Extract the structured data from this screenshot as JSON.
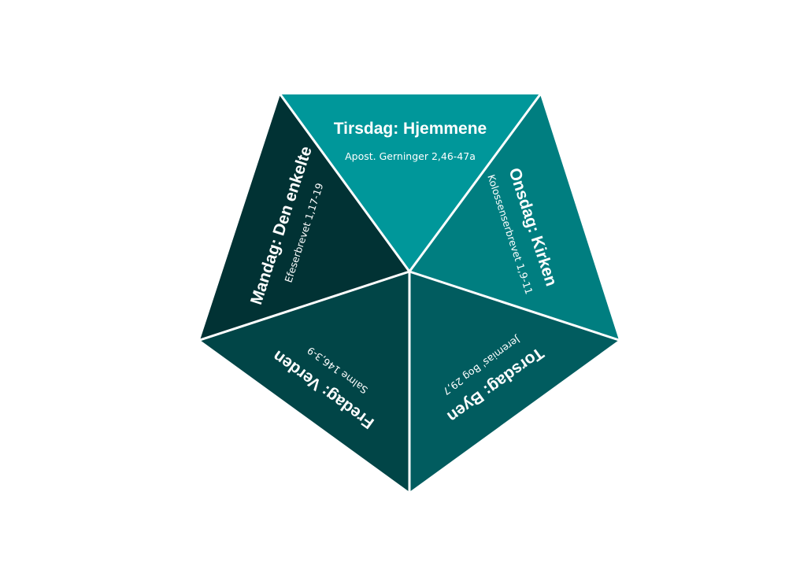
{
  "segments": [
    {
      "id": "tirsdag",
      "title": "Tirsdag: Hjemmene",
      "reference": "Apost. Gerninger 2,46-47a",
      "color": "#00979a"
    },
    {
      "id": "onsdag",
      "title": "Onsdag: Kirken",
      "reference": "Kolossenserbrevet 1,9-11",
      "color": "#007e80"
    },
    {
      "id": "torsdag",
      "title": "Torsdag: Byen",
      "reference": "Jeremias' Bog 29,7",
      "color": "#015c5f"
    },
    {
      "id": "fredag",
      "title": "Fredag: Verden",
      "reference": "Salme 146,3-9",
      "color": "#014547"
    },
    {
      "id": "mandag",
      "title": "Mandag: Den enkelte",
      "reference": "Efeserbrevet 1,17-19",
      "color": "#013234"
    }
  ],
  "colors": {
    "divider": "#ffffff",
    "background": "#ffffff"
  }
}
